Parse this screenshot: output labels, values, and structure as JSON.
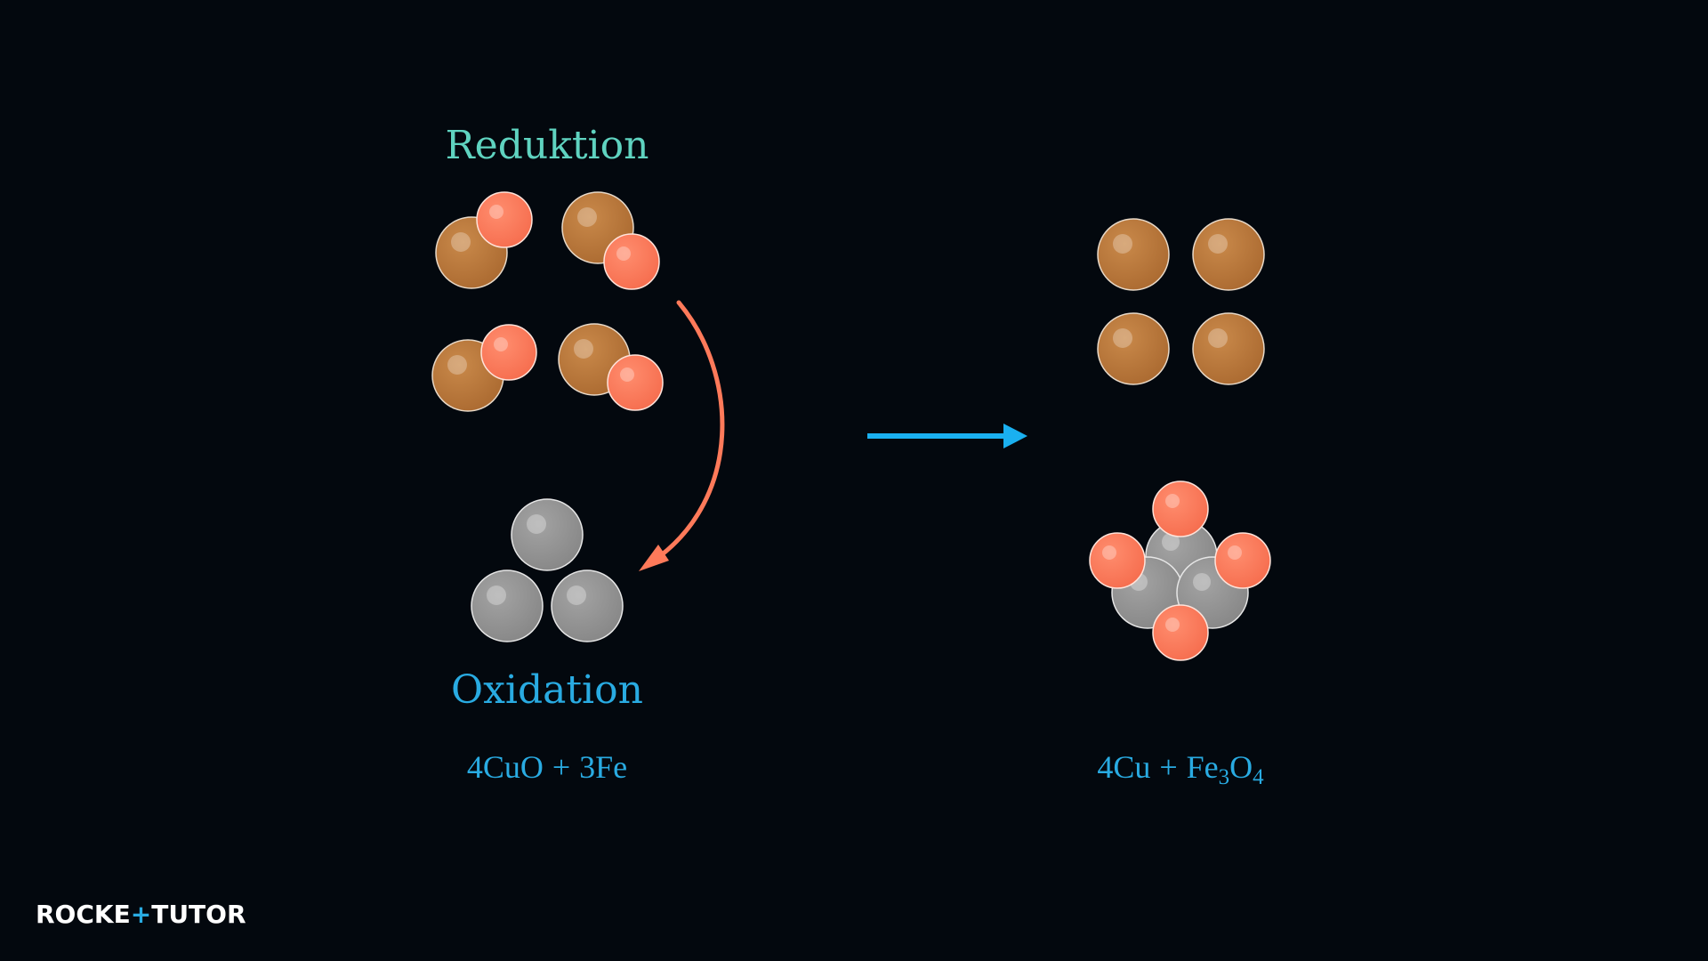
{
  "labels": {
    "reduction": "Reduktion",
    "oxidation": "Oxidation"
  },
  "equation": {
    "reactants": {
      "cu_coeff": "4",
      "cu": "Cu",
      "o": "O",
      "plus": "+",
      "fe_coeff": "3",
      "fe": "Fe"
    },
    "products": {
      "cu_coeff": "4",
      "cu": "Cu",
      "plus": "+",
      "fe": "Fe",
      "fe_sub": "3",
      "o": "O",
      "o_sub": "4"
    }
  },
  "logo": {
    "part1": "ROCKE",
    "part2": "TUTO"
  },
  "colors": {
    "background": "#03080e",
    "reduction_label": "#5fd3c0",
    "oxidation_label": "#29abe2",
    "equation_text": "#29abe2",
    "copper_atom": "#b8733a",
    "oxygen_atom": "#ff7a5a",
    "iron_atom": "#8f8f8f",
    "curved_arrow": "#ff7a5a",
    "reaction_arrow": "#1ab0f0",
    "logo_text": "#ffffff",
    "logo_accent": "#29abe2"
  },
  "icons": {
    "reaction_arrow": "right-arrow-icon",
    "electron_transfer_arrow": "curved-arrow-icon"
  }
}
